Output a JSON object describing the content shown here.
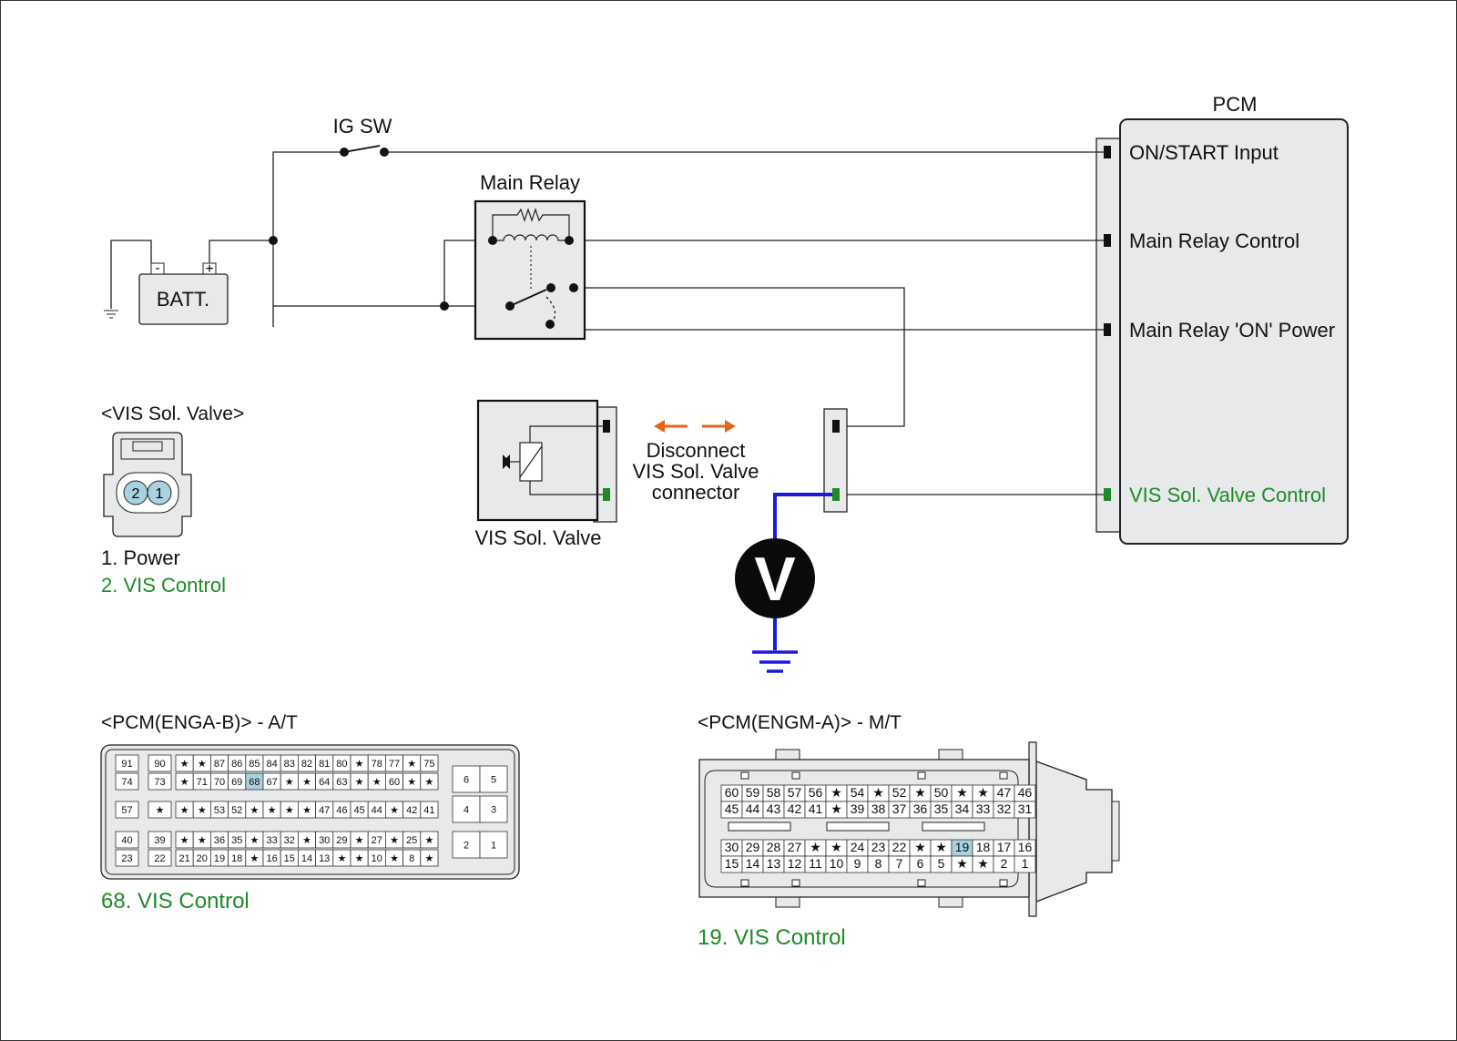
{
  "pcm": {
    "title": "PCM",
    "pins": [
      {
        "label": "ON/START Input",
        "color": "#111111"
      },
      {
        "label": "Main Relay Control",
        "color": "#111111"
      },
      {
        "label": "Main Relay 'ON' Power",
        "color": "#111111"
      },
      {
        "label": "VIS Sol. Valve Control",
        "color": "#1d8a28"
      }
    ]
  },
  "ig_sw": {
    "label": "IG SW"
  },
  "main_relay": {
    "label": "Main Relay"
  },
  "battery": {
    "label": "BATT.",
    "minus": "-",
    "plus": "+"
  },
  "vis_valve_connector": {
    "title": "<VIS Sol. Valve>",
    "pins": [
      "2",
      "1"
    ],
    "legend": [
      {
        "text": "1. Power",
        "color": "#111111"
      },
      {
        "text": "2. VIS Control",
        "color": "#1d8a28"
      }
    ]
  },
  "vis_valve": {
    "label": "VIS Sol. Valve"
  },
  "instruction": {
    "lines": [
      "Disconnect",
      "VIS Sol. Valve",
      "connector"
    ]
  },
  "voltmeter": {
    "symbol": "V"
  },
  "pcm_enga_b": {
    "title": "<PCM(ENGA-B)> - A/T",
    "note": "68. VIS Control",
    "highlight": "68",
    "small_left": [
      [
        "91",
        "90"
      ],
      [
        "74",
        "73"
      ],
      [
        "57",
        "★"
      ],
      [
        "40",
        "39"
      ],
      [
        "23",
        "22"
      ]
    ],
    "main_rows": [
      [
        "★",
        "★",
        "87",
        "86",
        "85",
        "84",
        "83",
        "82",
        "81",
        "80",
        "★",
        "78",
        "77",
        "★",
        "75"
      ],
      [
        "★",
        "71",
        "70",
        "69",
        "68",
        "67",
        "★",
        "★",
        "64",
        "63",
        "★",
        "★",
        "60",
        "★",
        "★"
      ],
      [
        "★",
        "★",
        "53",
        "52",
        "★",
        "★",
        "★",
        "★",
        "47",
        "46",
        "45",
        "44",
        "★",
        "42",
        "41"
      ],
      [
        "★",
        "★",
        "36",
        "35",
        "★",
        "33",
        "32",
        "★",
        "30",
        "29",
        "★",
        "27",
        "★",
        "25",
        "★"
      ],
      [
        "21",
        "20",
        "19",
        "18",
        "★",
        "16",
        "15",
        "14",
        "13",
        "★",
        "★",
        "10",
        "★",
        "8",
        "★"
      ]
    ],
    "right_blocks": [
      [
        "6",
        "5"
      ],
      [
        "4",
        "3"
      ],
      [
        "2",
        "1"
      ]
    ]
  },
  "pcm_engm_a": {
    "title": "<PCM(ENGM-A)> - M/T",
    "note": "19. VIS Control",
    "highlight": "19",
    "rows_top": [
      [
        "60",
        "59",
        "58",
        "57",
        "56",
        "★",
        "54",
        "★",
        "52",
        "★",
        "50",
        "★",
        "★",
        "47",
        "46"
      ],
      [
        "45",
        "44",
        "43",
        "42",
        "41",
        "★",
        "39",
        "38",
        "37",
        "36",
        "35",
        "34",
        "33",
        "32",
        "31"
      ]
    ],
    "rows_bottom": [
      [
        "30",
        "29",
        "28",
        "27",
        "★",
        "★",
        "24",
        "23",
        "22",
        "★",
        "★",
        "19",
        "18",
        "17",
        "16"
      ],
      [
        "15",
        "14",
        "13",
        "12",
        "11",
        "10",
        "9",
        "8",
        "7",
        "6",
        "5",
        "★",
        "★",
        "2",
        "1"
      ]
    ]
  },
  "colors": {
    "green": "#1d8a28",
    "orange": "#e8641a",
    "blue": "#1a1adc",
    "highlight": "#a9d2e0"
  }
}
